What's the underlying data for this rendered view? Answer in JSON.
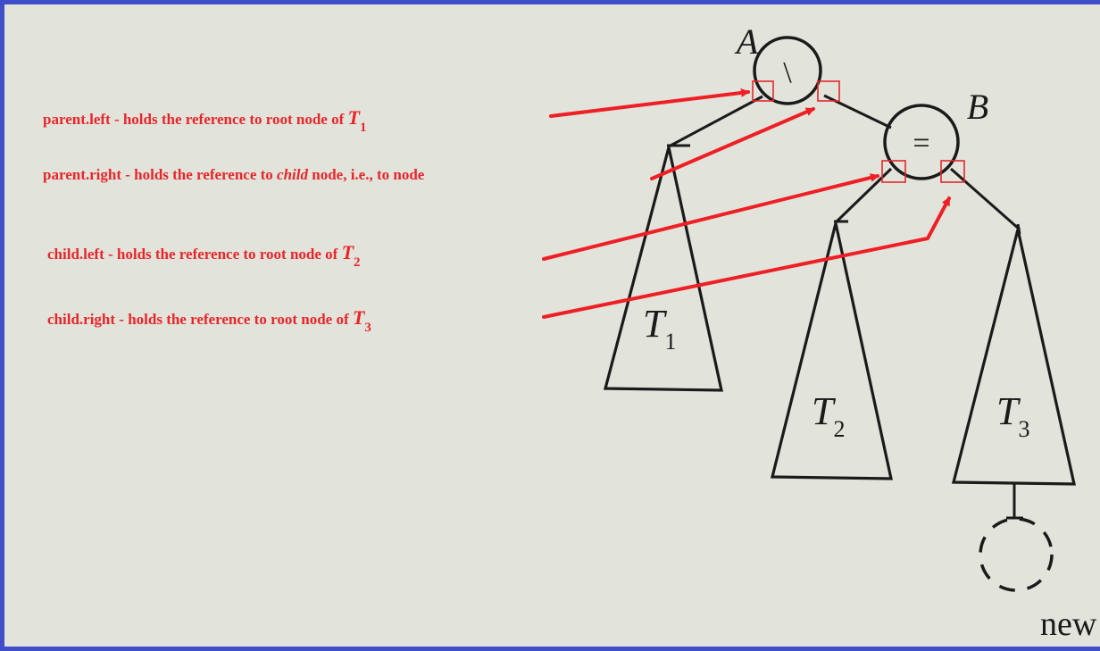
{
  "nodes": {
    "a_label": "A",
    "a_operator": "\\",
    "b_label": "B",
    "b_operator": "="
  },
  "subtrees": [
    {
      "label": "T",
      "sub": "1"
    },
    {
      "label": "T",
      "sub": "2"
    },
    {
      "label": "T",
      "sub": "3"
    }
  ],
  "new_label": "new",
  "annotations": [
    {
      "text": "parent.left - holds the reference to root node of ",
      "var": "T",
      "sub": "1"
    },
    {
      "text_before": "parent.right - holds the reference to ",
      "italic": "child",
      "text_after": " node, i.e., to node"
    },
    {
      "text": "child.left - holds the reference to root node of ",
      "var": "T",
      "sub": "2"
    },
    {
      "text": "child.right - holds the reference to root node of ",
      "var": "T",
      "sub": "3"
    }
  ],
  "colors": {
    "annotation": "#e8262a",
    "ink": "#1a1a1a",
    "background": "#e2e3db",
    "border": "#3f4fc9"
  }
}
